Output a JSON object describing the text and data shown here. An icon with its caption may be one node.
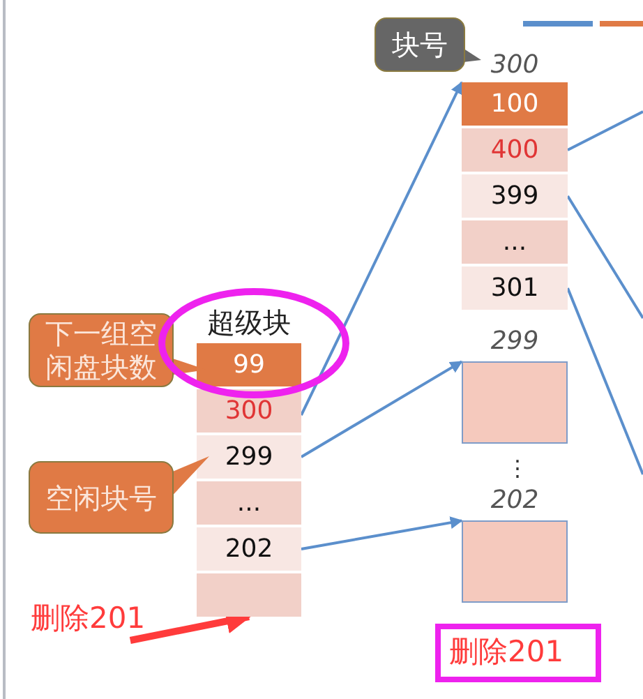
{
  "diagram": {
    "nodes": [
      {
        "text": [
          "超级块"
        ]
      },
      {
        "text": [
          "99"
        ],
        "in": 0
      },
      {
        "text": [
          "300"
        ],
        "in": 0
      },
      {
        "text": [
          "299"
        ],
        "in": 0
      },
      {
        "text": [
          "..."
        ],
        "in": 0
      },
      {
        "text": [
          "202"
        ],
        "in": 0
      },
      {
        "text": [],
        "shape": "box",
        "in": 0
      },
      {
        "text": [
          "300"
        ]
      },
      {
        "text": [
          "100"
        ],
        "in": 7
      },
      {
        "text": [
          "400"
        ],
        "in": 7
      },
      {
        "text": [
          "399"
        ],
        "in": 7
      },
      {
        "text": [
          "..."
        ],
        "in": 7
      },
      {
        "text": [
          "301"
        ],
        "in": 7
      },
      {
        "text": [
          "299"
        ]
      },
      {
        "text": [
          "202"
        ]
      },
      {
        "text": [
          "下一组空闲盘块数"
        ]
      },
      {
        "text": [
          "空闲块号"
        ]
      },
      {
        "text": [
          "块号"
        ]
      },
      {
        "text": [
          "删除201"
        ]
      },
      {
        "text": [
          "删除201"
        ]
      }
    ],
    "edges": [
      {
        "from": 2,
        "to": 7,
        "arrow": "to"
      },
      {
        "from": 3,
        "to": 13,
        "arrow": "to"
      },
      {
        "from": 5,
        "to": 14,
        "arrow": "to"
      },
      {
        "from": 9,
        "to": null,
        "arrow": "none"
      },
      {
        "from": 10,
        "to": null,
        "arrow": "none"
      },
      {
        "from": 12,
        "to": null,
        "arrow": "none"
      },
      {
        "from": 18,
        "to": 6,
        "arrow": "to",
        "style": "thick",
        "color": "#ff3b3b"
      }
    ],
    "labels": [
      "⋮"
    ]
  }
}
